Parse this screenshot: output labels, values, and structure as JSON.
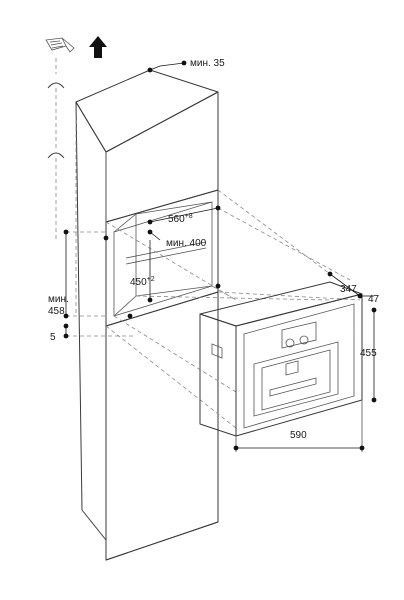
{
  "labels": {
    "top_clearance": "мин. 35",
    "niche_width": "560",
    "niche_width_tol": "+8",
    "niche_depth_min": "мин. 400",
    "niche_height": "450",
    "niche_height_tol": "+2",
    "floor_height_top": "мин.",
    "floor_height_bottom": "458",
    "gap": "5",
    "appliance_depth": "347",
    "front_depth": "47",
    "appliance_height": "455",
    "appliance_width": "590"
  },
  "icons": [
    "ventilation-arrow-icon",
    "vent-grille-icon",
    "airflow-curve-icon"
  ]
}
